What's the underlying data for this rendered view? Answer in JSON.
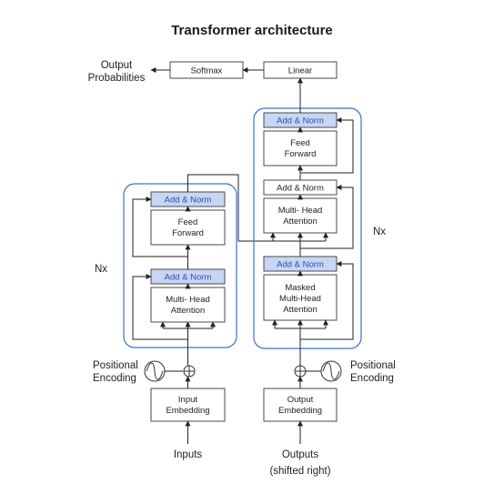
{
  "title": "Transformer architecture",
  "encoder": {
    "add_norm_top": "Add & Norm",
    "feed_forward": [
      "Feed",
      "Forward"
    ],
    "add_norm_bottom": "Add & Norm",
    "attention": [
      "Multi- Head",
      "Attention"
    ],
    "repeat_label": "Nx",
    "positional_encoding": [
      "Positional",
      "Encoding"
    ],
    "embedding": [
      "Input",
      "Embedding"
    ],
    "input_label": "Inputs"
  },
  "decoder": {
    "add_norm_top": "Add & Norm",
    "feed_forward": [
      "Feed",
      "Forward"
    ],
    "add_norm_mid": "Add & Norm",
    "cross_attention": [
      "Multi- Head",
      "Attention"
    ],
    "add_norm_bottom": "Add & Norm",
    "masked_attention": [
      "Masked",
      "Multi-Head",
      "Attention"
    ],
    "repeat_label": "Nx",
    "positional_encoding": [
      "Positional",
      "Encoding"
    ],
    "embedding": [
      "Output",
      "Embedding"
    ],
    "input_label": [
      "Outputs",
      "(shifted right)"
    ]
  },
  "head": {
    "linear": "Linear",
    "softmax": "Softmax",
    "output_label": [
      "Output",
      "Probabilities"
    ]
  },
  "colors": {
    "stack_border": "#3b6fd6",
    "add_norm_fill": "#c8d6f5",
    "add_norm_text": "#2a4ea8"
  }
}
